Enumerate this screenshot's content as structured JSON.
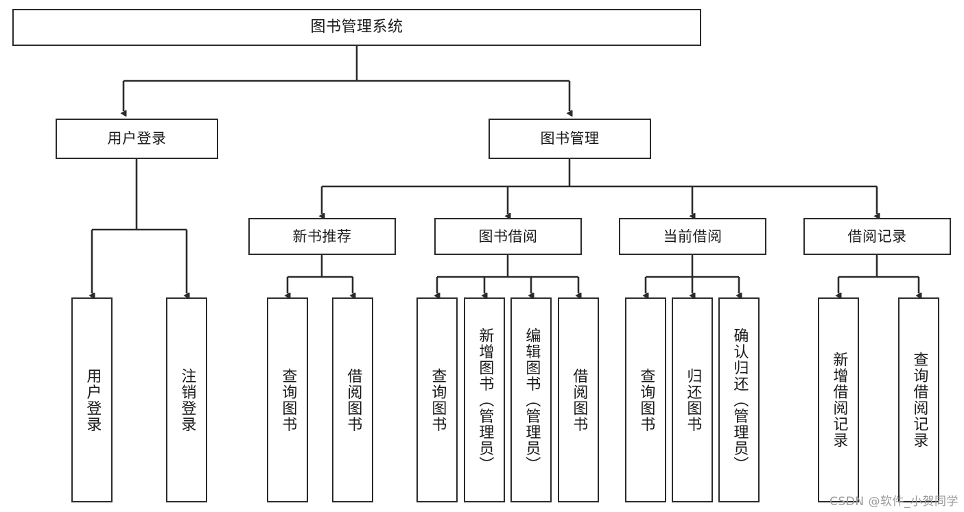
{
  "diagram": {
    "title": "图书管理系统",
    "type": "tree",
    "background": "#ffffff",
    "line_color": "#2b2b2b",
    "text_color": "#1a1a1a",
    "root": {
      "label": "图书管理系统",
      "orientation": "horizontal"
    },
    "level2": [
      {
        "label": "用户登录",
        "orientation": "horizontal"
      },
      {
        "label": "图书管理",
        "orientation": "horizontal"
      }
    ],
    "level3": [
      {
        "label": "新书推荐",
        "orientation": "horizontal"
      },
      {
        "label": "图书借阅",
        "orientation": "horizontal"
      },
      {
        "label": "当前借阅",
        "orientation": "horizontal"
      },
      {
        "label": "借阅记录",
        "orientation": "horizontal"
      }
    ],
    "leaves": {
      "user_login": [
        {
          "label": "用户登录",
          "orientation": "vertical"
        },
        {
          "label": "注销登录",
          "orientation": "vertical"
        }
      ],
      "new_book_recommend": [
        {
          "label": "查询图书",
          "orientation": "vertical"
        },
        {
          "label": "借阅图书",
          "orientation": "vertical"
        }
      ],
      "book_borrow": [
        {
          "label": "查询图书",
          "orientation": "vertical"
        },
        {
          "label": "新增图书（管理员）",
          "orientation": "vertical"
        },
        {
          "label": "编辑图书（管理员）",
          "orientation": "vertical"
        },
        {
          "label": "借阅图书",
          "orientation": "vertical"
        }
      ],
      "current_borrow": [
        {
          "label": "查询图书",
          "orientation": "vertical"
        },
        {
          "label": "归还图书",
          "orientation": "vertical"
        },
        {
          "label": "确认归还（管理员）",
          "orientation": "vertical"
        }
      ],
      "borrow_record": [
        {
          "label": "新增借阅记录",
          "orientation": "vertical"
        },
        {
          "label": "查询借阅记录",
          "orientation": "vertical"
        }
      ]
    }
  },
  "watermark": {
    "text": "CSDN @软件_小贺同学"
  }
}
